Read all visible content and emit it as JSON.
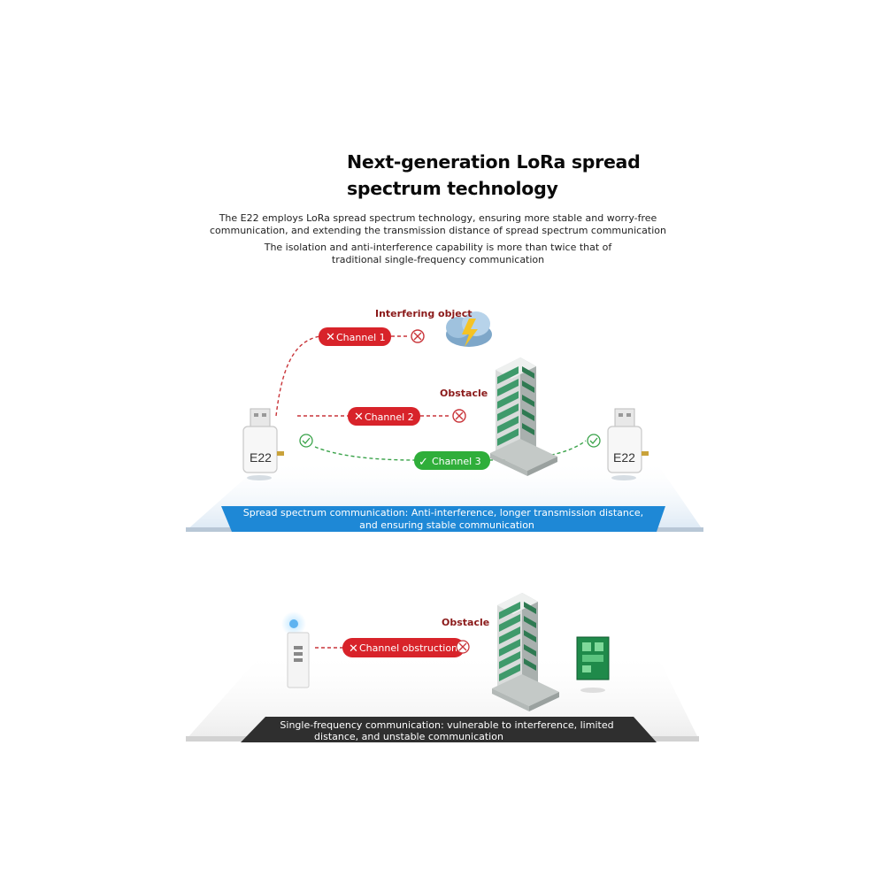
{
  "heading": {
    "title_line1": "Next-generation LoRa spread",
    "title_line2": "spectrum technology"
  },
  "description": {
    "para1_line1": "The E22 employs LoRa spread spectrum technology, ensuring more stable and worry-free",
    "para1_line2": "communication, and extending the transmission distance of spread spectrum communication",
    "para2_line1": "The isolation and anti-interference capability is more than twice that of",
    "para2_line2": "traditional single-frequency communication"
  },
  "spread_panel": {
    "interfering_label": "Interfering object",
    "obstacle_label": "Obstacle",
    "channel1": "Channel 1",
    "channel2": "Channel 2",
    "channel3": "Channel 3",
    "device_left": "E22",
    "device_right": "E22",
    "banner_line1": "Spread spectrum communication: Anti-interference, longer transmission distance,",
    "banner_line2": "and ensuring stable communication"
  },
  "single_panel": {
    "obstacle_label": "Obstacle",
    "channel": "Channel obstruction",
    "banner_line1": "Single-frequency communication: vulnerable to interference, limited",
    "banner_line2": "distance, and unstable communication"
  },
  "colors": {
    "red": "#d8232a",
    "green": "#2fae3a",
    "blue_banner": "#1e88d6",
    "dark_banner": "#2f2f2f",
    "label_red": "#8b1a1a"
  }
}
